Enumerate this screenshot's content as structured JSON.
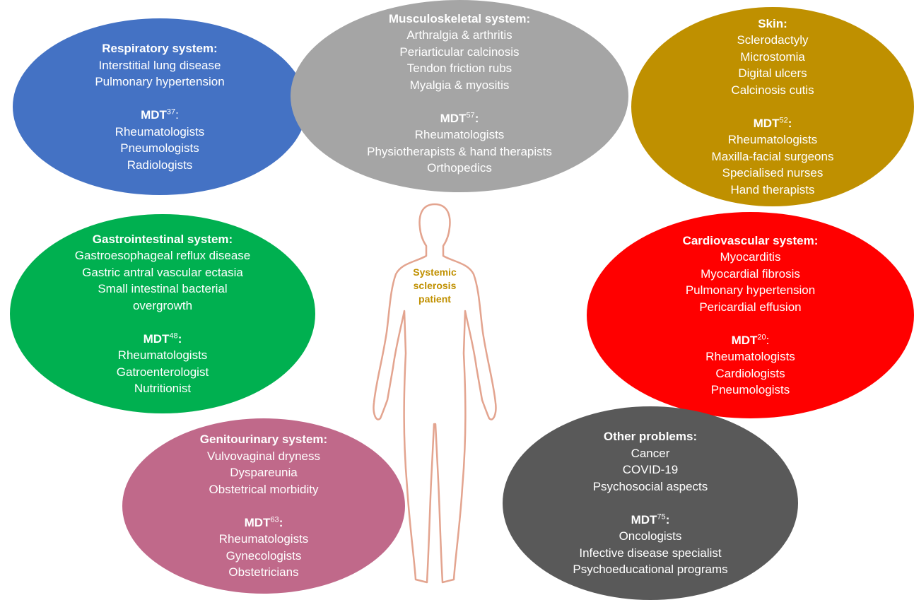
{
  "center": {
    "label_line1": "Systemic",
    "label_line2": "sclerosis patient",
    "label_color": "#c09000",
    "outline_color": "#e3a48f"
  },
  "systems": {
    "respiratory": {
      "color": "#4472c4",
      "title": "Respiratory system:",
      "items": [
        "Interstitial lung disease",
        "Pulmonary hypertension"
      ],
      "mdt_label": "MDT",
      "mdt_ref": "37",
      "mdt_suffix": ":",
      "specialists": [
        "Rheumatologists",
        "Pneumologists",
        "Radiologists"
      ]
    },
    "musculoskeletal": {
      "color": "#a5a5a5",
      "title": "Musculoskeletal system:",
      "items": [
        "Arthralgia & arthritis",
        "Periarticular calcinosis",
        "Tendon friction rubs",
        "Myalgia & myositis"
      ],
      "mdt_label": "MDT",
      "mdt_ref": "57",
      "mdt_suffix": ":",
      "specialists": [
        "Rheumatologists",
        "Physiotherapists & hand therapists",
        "Orthopedics"
      ]
    },
    "skin": {
      "color": "#bf9000",
      "title": "Skin:",
      "items": [
        "Sclerodactyly",
        "Microstomia",
        "Digital ulcers",
        "Calcinosis cutis"
      ],
      "mdt_label": "MDT",
      "mdt_ref": "52",
      "mdt_suffix": ":",
      "specialists": [
        "Rheumatologists",
        "Maxilla-facial surgeons",
        "Specialised nurses",
        "Hand therapists"
      ]
    },
    "gastrointestinal": {
      "color": "#00b050",
      "title": "Gastrointestinal system:",
      "items": [
        "Gastroesophageal reflux disease",
        "Gastric antral vascular ectasia",
        "Small intestinal bacterial",
        "overgrowth"
      ],
      "mdt_label": "MDT",
      "mdt_ref": "48",
      "mdt_suffix": ":",
      "specialists": [
        "Rheumatologists",
        "Gatroenterologist",
        "Nutritionist"
      ]
    },
    "cardiovascular": {
      "color": "#ff0000",
      "title": "Cardiovascular system:",
      "items": [
        "Myocarditis",
        "Myocardial fibrosis",
        "Pulmonary hypertension",
        "Pericardial effusion"
      ],
      "mdt_label": "MDT",
      "mdt_ref": "20",
      "mdt_suffix": ":",
      "specialists": [
        "Rheumatologists",
        "Cardiologists",
        "Pneumologists"
      ]
    },
    "genitourinary": {
      "color": "#c0698a",
      "title": "Genitourinary system:",
      "items": [
        "Vulvovaginal dryness",
        "Dyspareunia",
        "Obstetrical morbidity"
      ],
      "mdt_label": "MDT",
      "mdt_ref": "63",
      "mdt_suffix": ":",
      "specialists": [
        "Rheumatologists",
        "Gynecologists",
        "Obstetricians"
      ]
    },
    "other": {
      "color": "#595959",
      "title": "Other problems:",
      "items": [
        "Cancer",
        "COVID-19",
        "Psychosocial aspects"
      ],
      "mdt_label": "MDT",
      "mdt_ref": "75",
      "mdt_suffix": ":",
      "specialists": [
        "Oncologists",
        "Infective disease specialist",
        "Psychoeducational programs"
      ]
    }
  }
}
